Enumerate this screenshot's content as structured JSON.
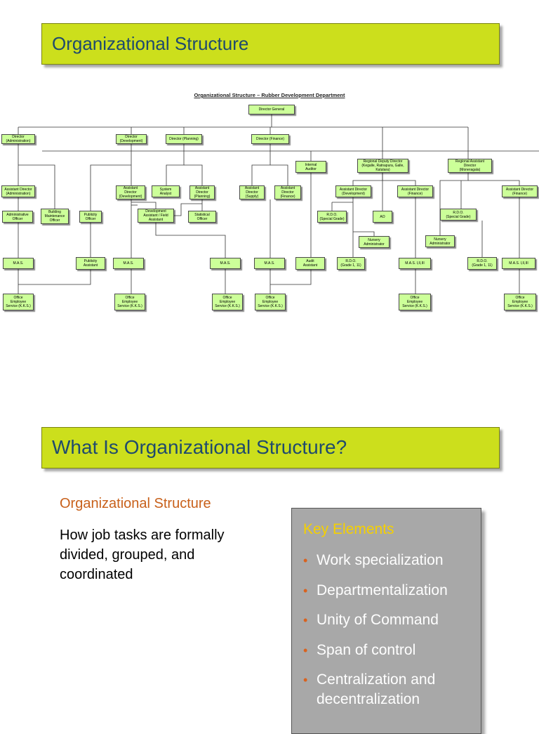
{
  "slide1": {
    "title": "Organizational Structure"
  },
  "org_chart": {
    "title": "Organizational Structure – Rubber Development Department",
    "nodes": [
      {
        "id": "dg",
        "label": "Director General"
      },
      {
        "id": "d_admin",
        "label": "Director\n(Administration)"
      },
      {
        "id": "d_dev",
        "label": "Director\n(Development)"
      },
      {
        "id": "d_plan",
        "label": "Director (Planning)"
      },
      {
        "id": "d_fin",
        "label": "Director (Finance)"
      },
      {
        "id": "ia",
        "label": "Internal\nAuditor"
      },
      {
        "id": "rdd",
        "label": "Regional Deputy Director\n(Kegalle, Ratnapura, Galle,\nKalutara)"
      },
      {
        "id": "rad",
        "label": "Regional Assistant\nDirector\n(Moneragala)"
      },
      {
        "id": "ad_admin",
        "label": "Assistant Director\n(Administration)"
      },
      {
        "id": "ad_dev",
        "label": "Assistant\nDirector\n(Development)"
      },
      {
        "id": "sa",
        "label": "System\nAnalyst"
      },
      {
        "id": "ad_plan",
        "label": "Assistant\nDirector\n(Planning)"
      },
      {
        "id": "ad_sup",
        "label": "Assistant\nDirector\n(Supply)"
      },
      {
        "id": "ad_fin1",
        "label": "Assistant\nDirector\n(Finance)"
      },
      {
        "id": "ad_dev2",
        "label": "Assistant Director\n(Development)"
      },
      {
        "id": "ad_fin2",
        "label": "Assistant Director\n(Finance)"
      },
      {
        "id": "ad_fin3",
        "label": "Assistant Director\n(Finance)"
      },
      {
        "id": "ao1",
        "label": "Administrative\nOfficer"
      },
      {
        "id": "bmo",
        "label": "Building\nMaintenance\nOfficer"
      },
      {
        "id": "po",
        "label": "Publicity\nOfficer"
      },
      {
        "id": "dafa",
        "label": "Development\nAssistant / Field\nAssistant"
      },
      {
        "id": "so",
        "label": "Statistical\nOfficer"
      },
      {
        "id": "rdo1",
        "label": "R.D.O.\n(Special Grade)"
      },
      {
        "id": "ao",
        "label": "AO"
      },
      {
        "id": "rdo2",
        "label": "R.D.O.\n(Special Grade)"
      },
      {
        "id": "na1",
        "label": "Nursery\nAdministrator"
      },
      {
        "id": "na2",
        "label": "Nursery\nAdministrator"
      },
      {
        "id": "mas1",
        "label": "M.A.S."
      },
      {
        "id": "pa",
        "label": "Publicity\nAssistant"
      },
      {
        "id": "mas2",
        "label": "M.A.S."
      },
      {
        "id": "mas3",
        "label": "M.A.S."
      },
      {
        "id": "mas4",
        "label": "M.A.S."
      },
      {
        "id": "aa",
        "label": "Audit\nAssistant"
      },
      {
        "id": "rdo3",
        "label": "R.D.O.\n(Grade 1, 11)"
      },
      {
        "id": "mas5",
        "label": "M.A.S. I,II,III"
      },
      {
        "id": "rdo4",
        "label": "R.D.O.\n(Grade 1, 11)"
      },
      {
        "id": "mas6",
        "label": "M.A.S. I,II,III"
      },
      {
        "id": "oes1",
        "label": "Office\nEmployee\nService (K.K.S.)"
      },
      {
        "id": "oes2",
        "label": "Office\nEmployee\nService (K.K.S.)"
      },
      {
        "id": "oes3",
        "label": "Office\nEmployee\nService (K.K.S.)"
      },
      {
        "id": "oes4",
        "label": "Office\nEmployee\nService (K.K.S.)"
      },
      {
        "id": "oes5",
        "label": "Office\nEmployee\nService (K.K.S.)"
      },
      {
        "id": "oes6",
        "label": "Office\nEmployee\nService (K.K.S.)"
      }
    ]
  },
  "slide2": {
    "title": "What Is Organizational Structure?",
    "sub_heading": "Organizational Structure",
    "description": "How job tasks are formally divided, grouped, and coordinated",
    "key_box": {
      "title": "Key Elements",
      "items": [
        "Work specialization",
        "Departmentalization",
        "Unity of Command",
        "Span of control",
        "Centralization and decentralization"
      ]
    }
  },
  "colors": {
    "title_bg": "#ccdf1c",
    "title_text": "#1f4a6e",
    "node_bg": "#ccff99",
    "subheading": "#c8601a",
    "key_title": "#f5d000",
    "bullet": "#d9621e",
    "key_bg": "#a8a8a8"
  }
}
